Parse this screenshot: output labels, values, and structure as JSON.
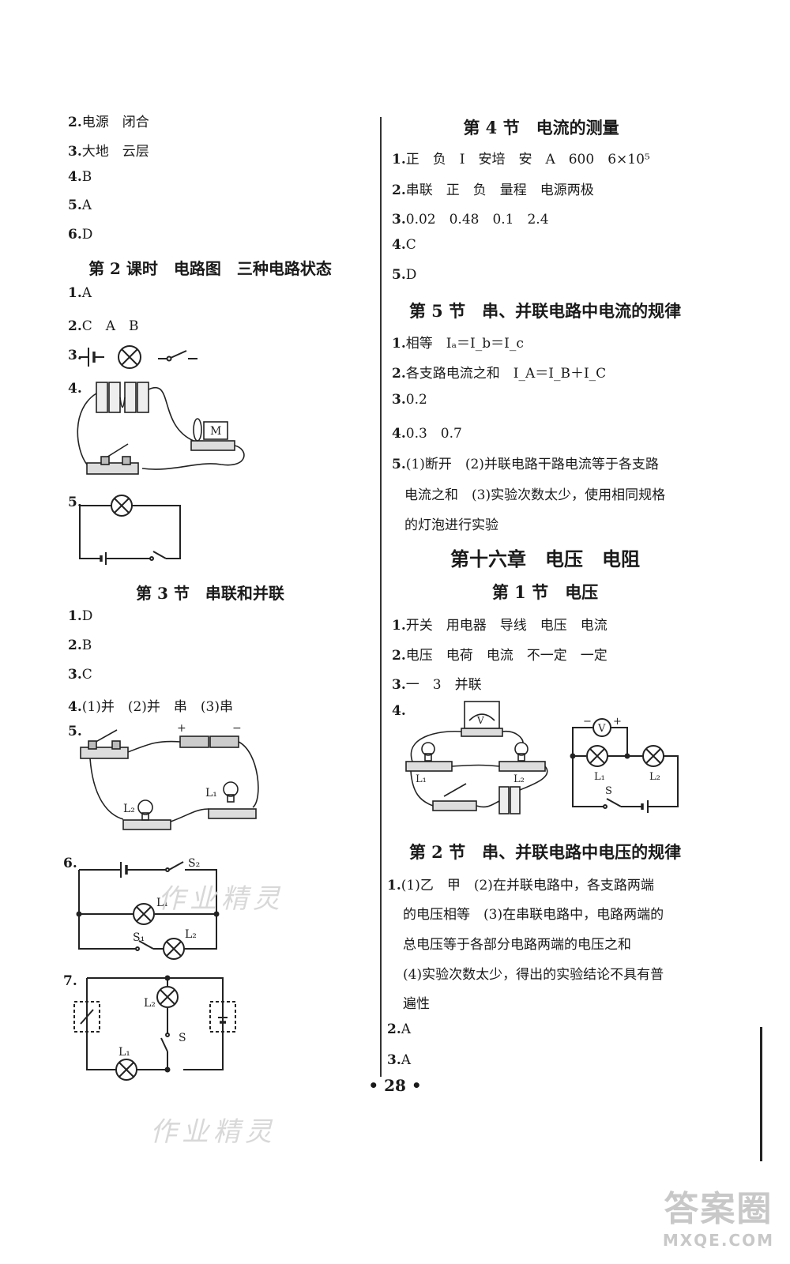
{
  "left": {
    "l1": {
      "n": "2.",
      "t": "电源　闭合"
    },
    "l2": {
      "n": "3.",
      "t": "大地　云层"
    },
    "l3": {
      "n": "4.",
      "t": "B"
    },
    "l4": {
      "n": "5.",
      "t": "A"
    },
    "l5": {
      "n": "6.",
      "t": "D"
    },
    "h1": "第 2 课时　电路图　三种电路状态",
    "k1": {
      "n": "1.",
      "t": "A"
    },
    "k2": {
      "n": "2.",
      "t": "C　A　B"
    },
    "k3": {
      "n": "3."
    },
    "k4": {
      "n": "4."
    },
    "k5": {
      "n": "5."
    },
    "h2": "第 3 节　串联和并联",
    "s1": {
      "n": "1.",
      "t": "D"
    },
    "s2": {
      "n": "2.",
      "t": "B"
    },
    "s3": {
      "n": "3.",
      "t": "C"
    },
    "s4": {
      "n": "4.",
      "t": "(1)并　(2)并　串　(3)串"
    },
    "s5": {
      "n": "5."
    },
    "s6": {
      "n": "6."
    },
    "s7": {
      "n": "7."
    }
  },
  "right": {
    "h1": "第 4 节　电流的测量",
    "a1": {
      "n": "1.",
      "t": "正　负　I　安培　安　A　600　6×10⁵"
    },
    "a2": {
      "n": "2.",
      "t": "串联　正　负　量程　电源两极"
    },
    "a3": {
      "n": "3.",
      "t": "0.02　0.48　0.1　2.4"
    },
    "a4": {
      "n": "4.",
      "t": "C"
    },
    "a5": {
      "n": "5.",
      "t": "D"
    },
    "h2": "第 5 节　串、并联电路中电流的规律",
    "b1": {
      "n": "1.",
      "t": "相等　Iₐ＝I_b＝I_c"
    },
    "b2": {
      "n": "2.",
      "t": "各支路电流之和　I_A＝I_B＋I_C"
    },
    "b3": {
      "n": "3.",
      "t": "0.2"
    },
    "b4": {
      "n": "4.",
      "t": "0.3　0.7"
    },
    "b5": {
      "n": "5.",
      "t": "(1)断开　(2)并联电路干路电流等于各支路"
    },
    "b5b": "电流之和　(3)实验次数太少，使用相同规格",
    "b5c": "的灯泡进行实验",
    "chapter": "第十六章　电压　电阻",
    "h3": "第 1 节　电压",
    "c1": {
      "n": "1.",
      "t": "开关　用电器　导线　电压　电流"
    },
    "c2": {
      "n": "2.",
      "t": "电压　电荷　电流　不一定　一定"
    },
    "c3": {
      "n": "3.",
      "t": "一　3　并联"
    },
    "c4": {
      "n": "4."
    },
    "h4": "第 2 节　串、并联电路中电压的规律",
    "d1": {
      "n": "1.",
      "t": "(1)乙　甲　(2)在并联电路中，各支路两端"
    },
    "d1b": "的电压相等　(3)在串联电路中，电路两端的",
    "d1c": "总电压等于各部分电路两端的电压之和",
    "d1d": "(4)实验次数太少，得出的实验结论不具有普",
    "d1e": "遍性",
    "d2": {
      "n": "2.",
      "t": "A"
    },
    "d3": {
      "n": "3.",
      "t": "A"
    }
  },
  "labels": {
    "L1": "L₁",
    "L2": "L₂",
    "S": "S",
    "S1": "S₁",
    "S2": "S₂",
    "M": "M",
    "V": "V",
    "plus": "+",
    "minus": "−"
  },
  "page_number": "28",
  "watermark": "作业精灵",
  "logo": {
    "top": "答案圈",
    "bottom": "MXQE.COM"
  }
}
